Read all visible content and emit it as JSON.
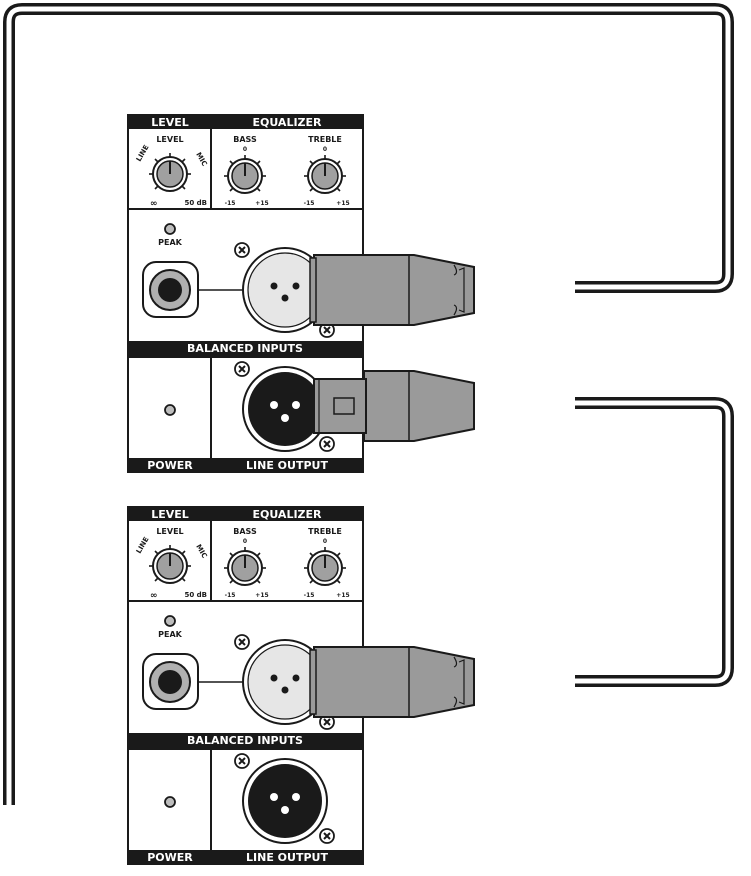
{
  "colors": {
    "panel_black": "#1a1a1a",
    "connector_gray": "#9a9a9a",
    "led_gray": "#bdbdbd",
    "knob_gray": "#a0a0a0"
  },
  "units": [
    {
      "level_header": "LEVEL",
      "level_label": "LEVEL",
      "line_label": "LINE",
      "mic_label": "MIC",
      "inf_label": "∞",
      "db_label": "50 dB",
      "eq_header": "EQUALIZER",
      "bass_label": "BASS",
      "treble_label": "TREBLE",
      "knob_zero": "0",
      "knob_min": "-15",
      "knob_max": "+15",
      "peak_label": "PEAK",
      "inputs_label": "BALANCED INPUTS",
      "power_label": "POWER",
      "output_label": "LINE OUTPUT"
    },
    {
      "level_header": "LEVEL",
      "level_label": "LEVEL",
      "line_label": "LINE",
      "mic_label": "MIC",
      "inf_label": "∞",
      "db_label": "50 dB",
      "eq_header": "EQUALIZER",
      "bass_label": "BASS",
      "treble_label": "TREBLE",
      "knob_zero": "0",
      "knob_min": "-15",
      "knob_max": "+15",
      "peak_label": "PEAK",
      "inputs_label": "BALANCED INPUTS",
      "power_label": "POWER",
      "output_label": "LINE OUTPUT"
    }
  ]
}
